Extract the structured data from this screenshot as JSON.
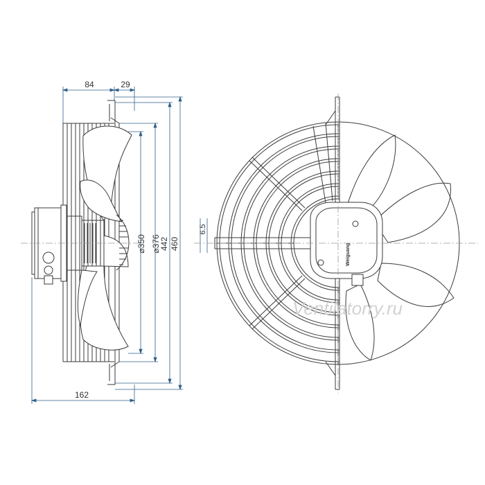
{
  "dimensions": {
    "top_left": "84",
    "top_right": "29",
    "bottom": "162",
    "d350": "350",
    "d376": "376",
    "d442": "442",
    "d460": "460",
    "hole": "6.5",
    "diameter_symbol": "⌀"
  },
  "watermark": "Ventilatorry.ru",
  "brand_label": "Weiguang",
  "colors": {
    "line": "#3a3a3a",
    "dim": "#2e5f8a",
    "center": "#888888"
  }
}
